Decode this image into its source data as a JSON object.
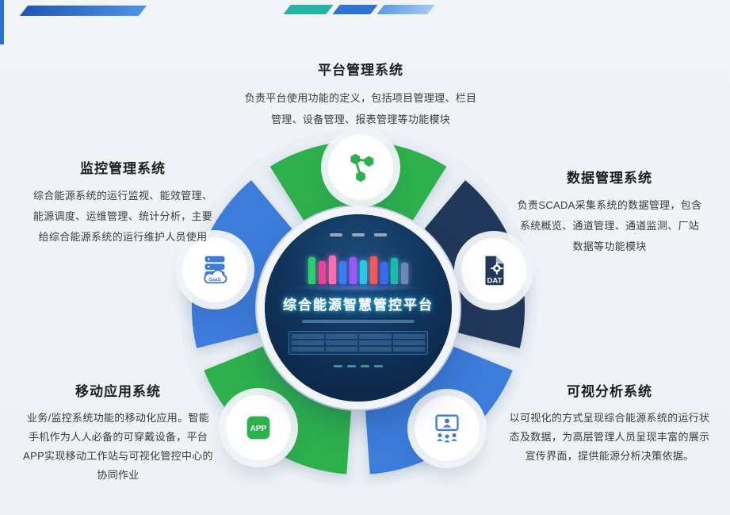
{
  "colors": {
    "green": "#2db04e",
    "navy": "#20395a",
    "blue": "#3c7bdb",
    "background": "#eff3f7",
    "heading_text": "#1d1d1f",
    "body_text": "#3a3a3a"
  },
  "center": {
    "title": "综合能源智慧管控平台",
    "bars": [
      {
        "color": "#2ecc71",
        "height": 34
      },
      {
        "color": "#e8439b",
        "height": 29
      },
      {
        "color": "#ff6fae",
        "height": 36
      },
      {
        "color": "#3b7df0",
        "height": 29
      },
      {
        "color": "#9b59f6",
        "height": 34
      },
      {
        "color": "#28c7e8",
        "height": 30
      },
      {
        "color": "#f05a5a",
        "height": 35
      },
      {
        "color": "#3b6af0",
        "height": 28
      },
      {
        "color": "#1fb9a9",
        "height": 33
      },
      {
        "color": "#6e86b8",
        "height": 27
      }
    ]
  },
  "systems": [
    {
      "id": "platform",
      "title": "平台管理系统",
      "description": "负责平台使用功能的定义，包括项目管理理、栏目管理、设备管理、报表管理等功能模块",
      "icon": "share-nodes-icon",
      "color": "#2db04e"
    },
    {
      "id": "data",
      "title": "数据管理系统",
      "description": "负责SCADA采集系统的数据管理，包含系统概览、通道管理、通道监测、厂站数据等功能模块",
      "icon": "dat-file-icon",
      "icon_label": "DAT",
      "color": "#20395a"
    },
    {
      "id": "visual",
      "title": "可视分析系统",
      "description": "以可视化的方式呈现综合能源系统的运行状态及数据，为高层管理人员呈现丰富的展示宣传界面，提供能源分析决策依据。",
      "icon": "presentation-icon",
      "color": "#3c7bdb"
    },
    {
      "id": "mobile",
      "title": "移动应用系统",
      "description": "业务/监控系统功能的移动化应用。智能手机作为人人必备的可穿戴设备，平台APP实现移动工作站与可视化管控中心的协同作业",
      "icon": "app-icon",
      "icon_label": "APP",
      "color": "#2db04e"
    },
    {
      "id": "monitor",
      "title": "监控管理系统",
      "description": "综合能源系统的运行监视、能效管理、能源调度、运维管理、统计分析，主要给综合能源系统的运行维护人员使用",
      "icon": "saas-server-icon",
      "icon_label": "SaaS",
      "color": "#3c7bdb"
    }
  ]
}
